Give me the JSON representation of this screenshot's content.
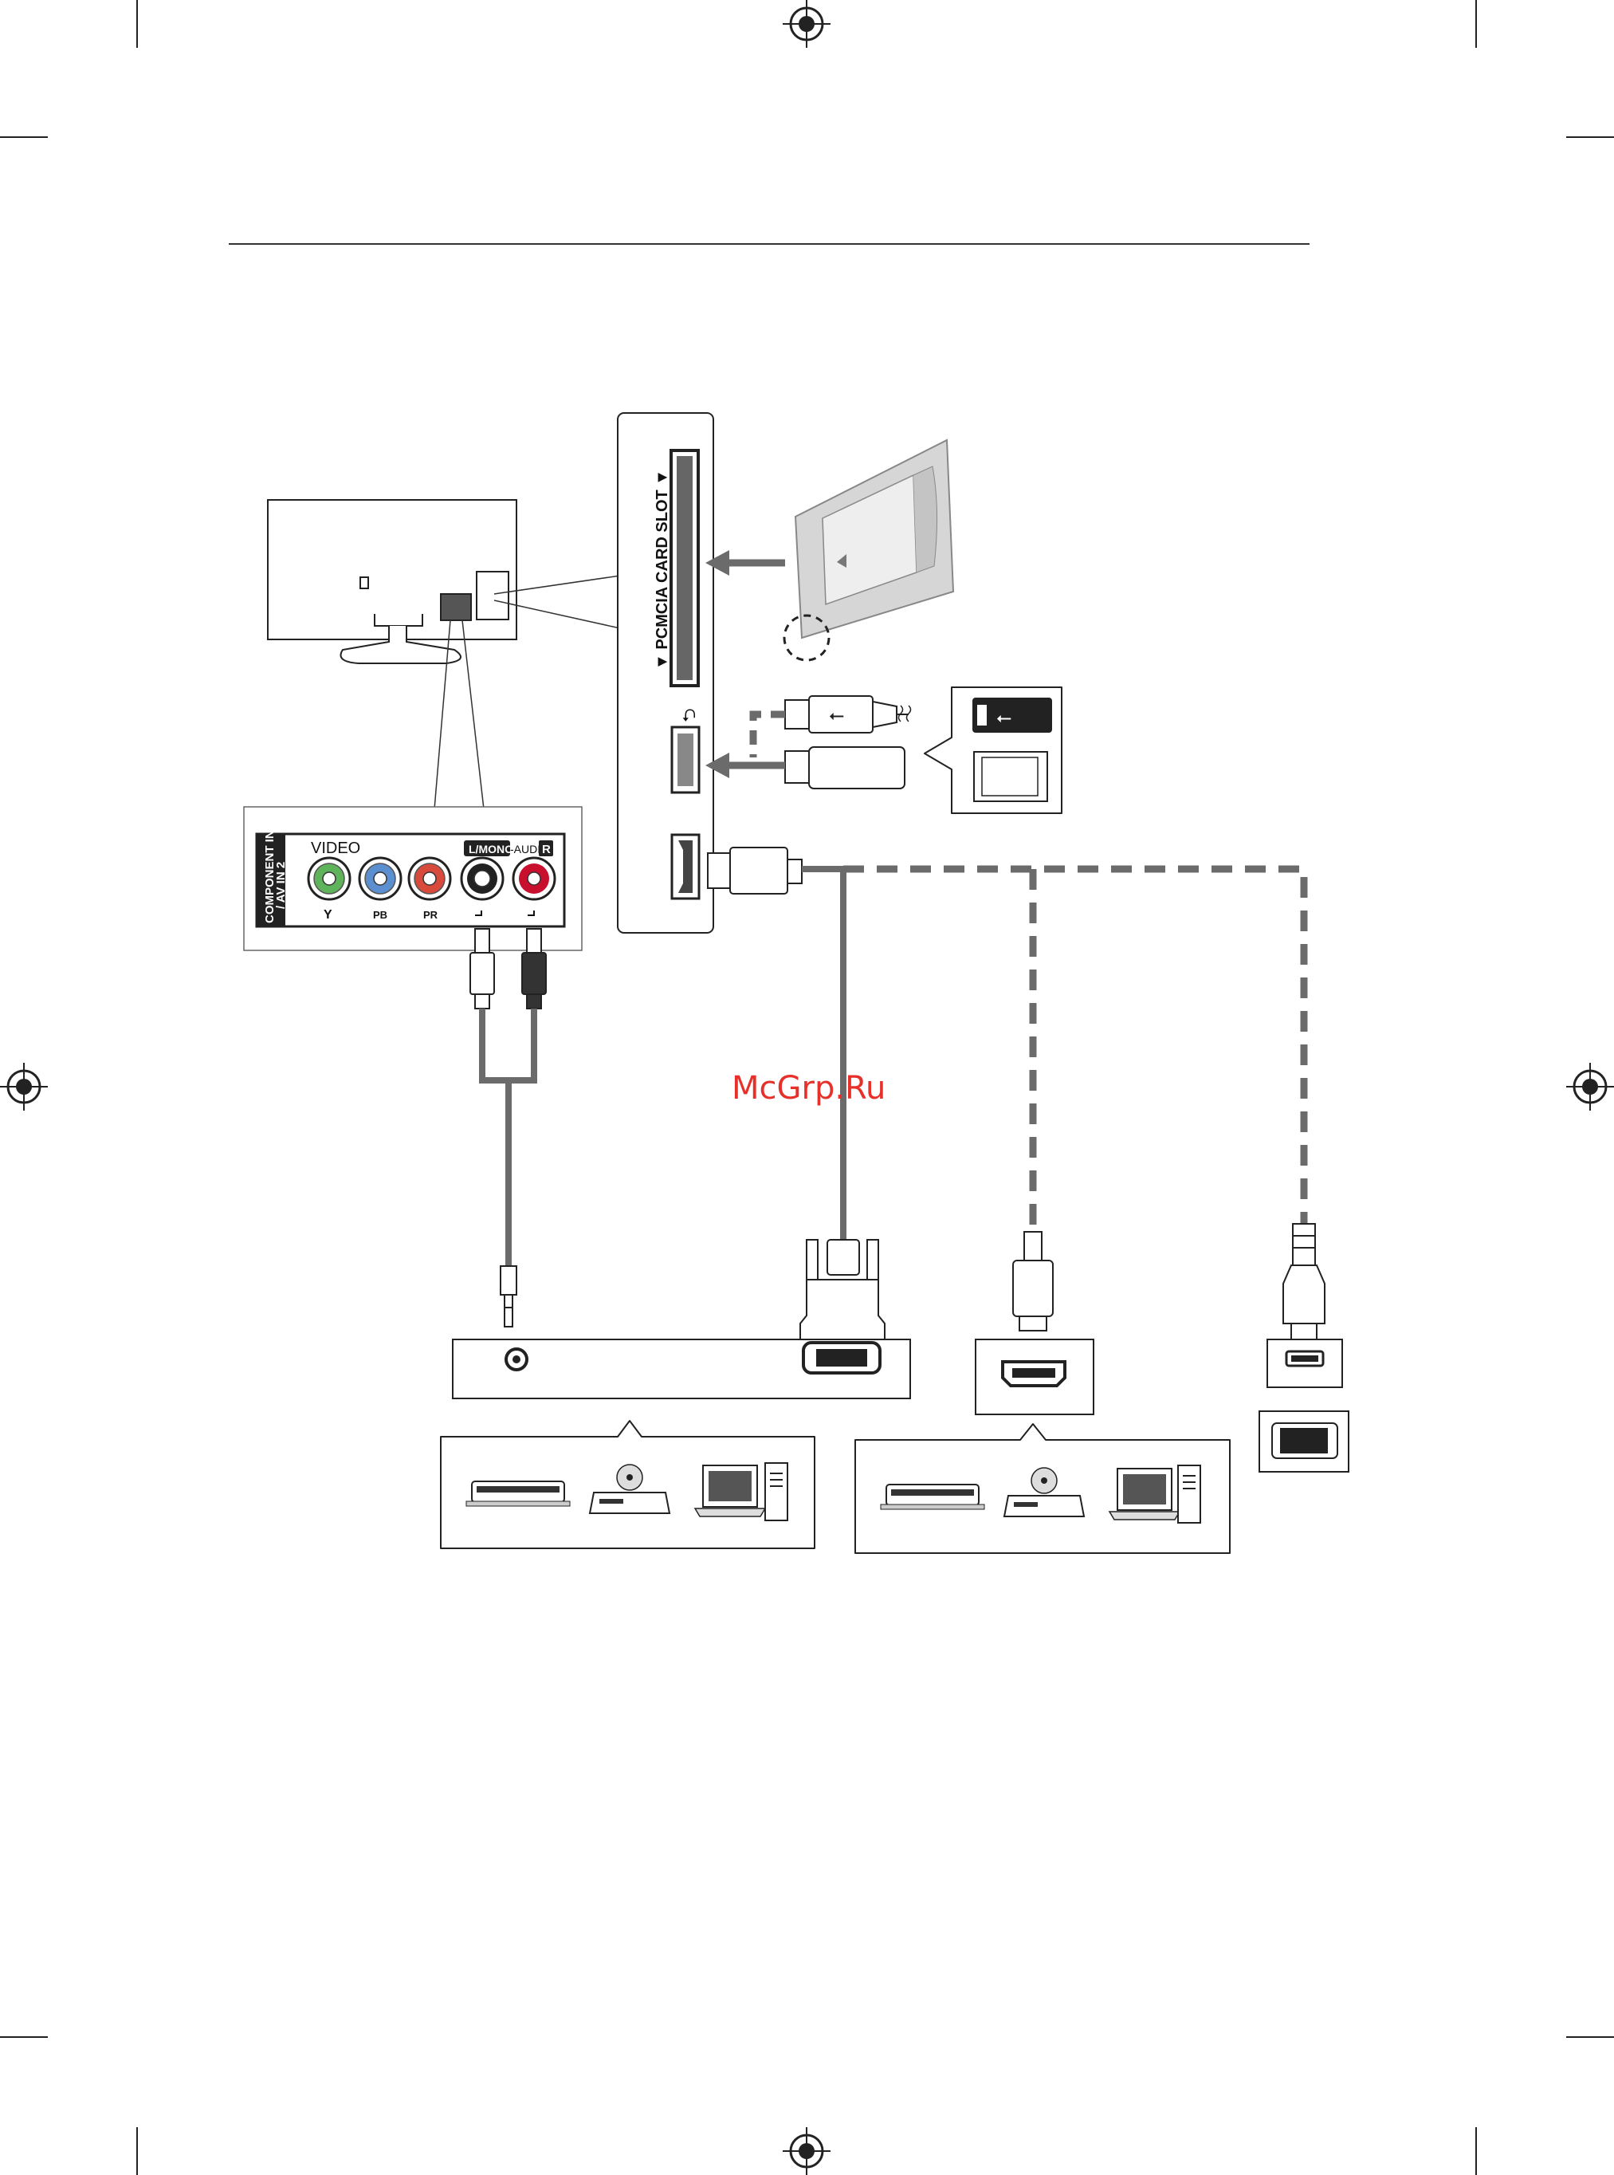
{
  "panel": {
    "slot_label": "▼ PCMCIA CARD SLOT ▼",
    "usb_symbol": "⮌"
  },
  "av_panel": {
    "side_label_1": "COMPONENT IN",
    "side_label_2": "/ AV IN 2",
    "video_label": "VIDEO",
    "audio_label_left": "L/MONO",
    "audio_label_mid": "-AUDIO-",
    "audio_label_right": "R",
    "jack_y": "Y",
    "jack_pb": "PB",
    "jack_pr": "PR"
  },
  "watermark": "McGrp.Ru",
  "colors": {
    "line": "#1a1a1a",
    "cable": "#6b6b6b",
    "jack_green": "#5fb35a",
    "jack_blue": "#5b8fd0",
    "jack_red": "#d84a3c",
    "jack_white": "#ffffff",
    "jack_dark_red": "#c8102e",
    "watermark": "#e8302a"
  }
}
